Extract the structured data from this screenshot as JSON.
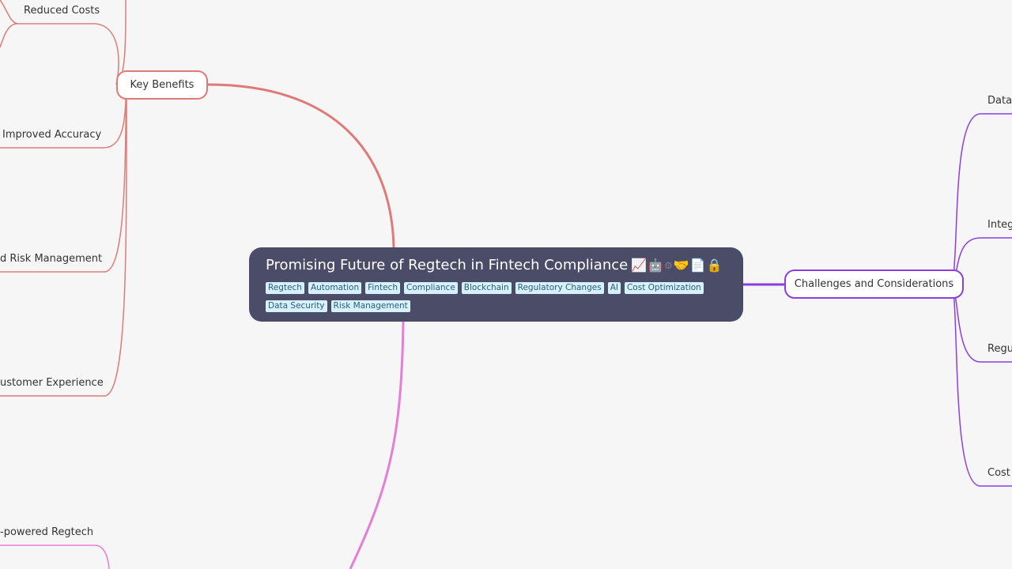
{
  "central": {
    "title": "Promising Future of Regtech in Fintech Compliance",
    "emojis": [
      "📈",
      "🤖",
      "⚙",
      "🤝",
      "📄",
      "🔒"
    ],
    "tags": [
      "Regtech",
      "Automation",
      "Fintech",
      "Compliance",
      "Blockchain",
      "Regulatory Changes",
      "AI",
      "Cost Optimization",
      "Data Security",
      "Risk Management"
    ]
  },
  "branches": {
    "key_benefits": {
      "label": "Key Benefits",
      "color": "#de7b78",
      "children": [
        "Reduced Costs",
        "Improved Accuracy",
        "d Risk Management",
        "ustomer Experience"
      ]
    },
    "challenges": {
      "label": "Challenges and Considerations",
      "color": "#8b3fe2",
      "children": [
        "Data",
        "Integ",
        "Regu",
        "Cost"
      ]
    },
    "ai_regtech": {
      "label": "-powered Regtech",
      "color": "#e57fd6"
    }
  }
}
